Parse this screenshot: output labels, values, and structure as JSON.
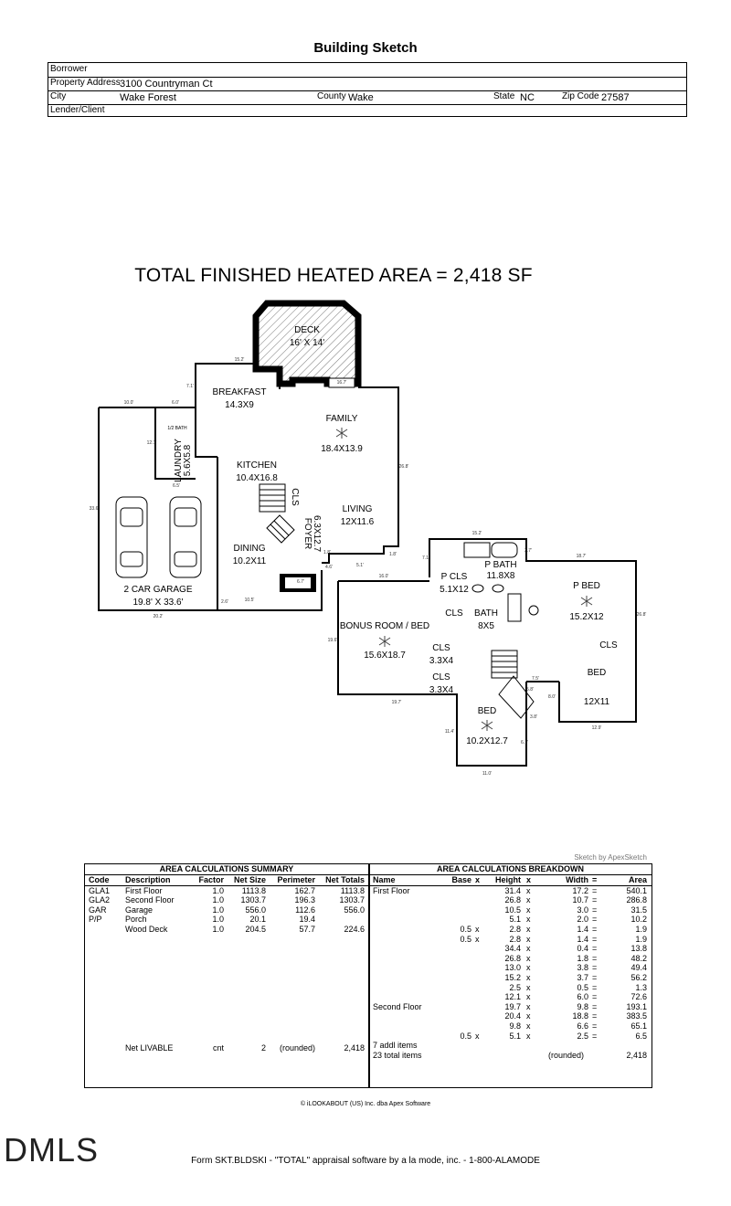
{
  "doc_title": "Building Sketch",
  "header": {
    "borrower_label": "Borrower",
    "address_label": "Property Address",
    "address": "3100 Countryman Ct",
    "city_label": "City",
    "city": "Wake Forest",
    "county_label": "County",
    "county": "Wake",
    "state_label": "State",
    "state": "NC",
    "zip_label": "Zip Code",
    "zip": "27587",
    "lender_label": "Lender/Client"
  },
  "heated_area": "TOTAL FINISHED HEATED AREA = 2,418 SF",
  "rooms": {
    "deck": "DECK",
    "deck_size": "16' X 14'",
    "breakfast": "BREAKFAST",
    "breakfast_size": "14.3X9",
    "family": "FAMILY",
    "family_size": "18.4X13.9",
    "kitchen": "KITCHEN",
    "kitchen_size": "10.4X16.8",
    "living": "LIVING",
    "living_size": "12X11.6",
    "dining": "DINING",
    "dining_size": "10.2X11",
    "garage": "2 CAR GARAGE",
    "garage_size": "19.8' X 33.6'",
    "laundry": "LAUNDRY",
    "laundry_size": "5.6X5.8",
    "half_bath": "1/2 BATH",
    "foyer": "FOYER",
    "foyer_size": "6.3X12.7",
    "cls": "CLS",
    "pcls": "P CLS",
    "pcls_size": "5.1X12",
    "pbath": "P BATH",
    "pbath_size": "11.8X8",
    "bath": "BATH",
    "bath_size": "8X5",
    "pbed": "P BED",
    "pbed_size": "15.2X12",
    "bonus": "BONUS ROOM / BED",
    "bonus_size": "15.6X18.7",
    "cls_size": "3.3X4",
    "bed": "BED",
    "bed_e_size": "12X11",
    "bed_s_size": "10.2X12.7"
  },
  "dims": {
    "d1": "15.2'",
    "d2": "16.7'",
    "d3": "10.0'",
    "d4": "6.0'",
    "d5": "7.1'",
    "d6": "12.1'",
    "d7": "6.5'",
    "d8": "33.6'",
    "d9": "20.2'",
    "d10": "2.6'",
    "d11": "10.5'",
    "d12": "6.7'",
    "d13": "4.6'",
    "d14": "1.8'",
    "d15": "5.1'",
    "d16": "1.8'",
    "d17": "26.8'",
    "d18": "7.1'",
    "d19": "15.2'",
    "d20": "3.7'",
    "d21": "18.7'",
    "d22": "16.0'",
    "d23": "19.6'",
    "d24": "19.7'",
    "d25": "26.8'",
    "d26": "7.5'",
    "d27": "8.0'",
    "d28": "5.8'",
    "d29": "3.8'",
    "d30": "12.9'",
    "d31": "11.4'",
    "d32": "6.1'",
    "d33": "11.0'"
  },
  "credit": "Sketch by ApexSketch",
  "summary": {
    "title": "AREA CALCULATIONS SUMMARY",
    "headers": [
      "Code",
      "Description",
      "Factor",
      "Net Size",
      "Perimeter",
      "Net Totals"
    ],
    "rows": [
      [
        "GLA1",
        "First Floor",
        "1.0",
        "1113.8",
        "162.7",
        "1113.8"
      ],
      [
        "GLA2",
        "Second Floor",
        "1.0",
        "1303.7",
        "196.3",
        "1303.7"
      ],
      [
        "GAR",
        "Garage",
        "1.0",
        "556.0",
        "112.6",
        "556.0"
      ],
      [
        "P/P",
        "Porch",
        "1.0",
        "20.1",
        "19.4",
        ""
      ],
      [
        "",
        "Wood Deck",
        "1.0",
        "204.5",
        "57.7",
        "224.6"
      ]
    ],
    "total": [
      "",
      "Net LIVABLE",
      "cnt",
      "2",
      "(rounded)",
      "2,418"
    ]
  },
  "breakdown": {
    "title": "AREA CALCULATIONS BREAKDOWN",
    "headers": [
      "Name",
      "Base",
      "x",
      "Height",
      "x",
      "Width",
      "=",
      "Area"
    ],
    "rows": [
      [
        "First Floor",
        "",
        "",
        "31.4",
        "x",
        "17.2",
        "=",
        "540.1"
      ],
      [
        "",
        "",
        "",
        "26.8",
        "x",
        "10.7",
        "=",
        "286.8"
      ],
      [
        "",
        "",
        "",
        "10.5",
        "x",
        "3.0",
        "=",
        "31.5"
      ],
      [
        "",
        "",
        "",
        "5.1",
        "x",
        "2.0",
        "=",
        "10.2"
      ],
      [
        "",
        "0.5",
        "x",
        "2.8",
        "x",
        "1.4",
        "=",
        "1.9"
      ],
      [
        "",
        "0.5",
        "x",
        "2.8",
        "x",
        "1.4",
        "=",
        "1.9"
      ],
      [
        "",
        "",
        "",
        "34.4",
        "x",
        "0.4",
        "=",
        "13.8"
      ],
      [
        "",
        "",
        "",
        "26.8",
        "x",
        "1.8",
        "=",
        "48.2"
      ],
      [
        "",
        "",
        "",
        "13.0",
        "x",
        "3.8",
        "=",
        "49.4"
      ],
      [
        "",
        "",
        "",
        "15.2",
        "x",
        "3.7",
        "=",
        "56.2"
      ],
      [
        "",
        "",
        "",
        "2.5",
        "x",
        "0.5",
        "=",
        "1.3"
      ],
      [
        "",
        "",
        "",
        "12.1",
        "x",
        "6.0",
        "=",
        "72.6"
      ],
      [
        "Second Floor",
        "",
        "",
        "19.7",
        "x",
        "9.8",
        "=",
        "193.1"
      ],
      [
        "",
        "",
        "",
        "20.4",
        "x",
        "18.8",
        "=",
        "383.5"
      ],
      [
        "",
        "",
        "",
        "9.8",
        "x",
        "6.6",
        "=",
        "65.1"
      ],
      [
        "",
        "0.5",
        "x",
        "5.1",
        "x",
        "2.5",
        "=",
        "6.5"
      ]
    ],
    "addl": "7 addl items",
    "total_items": "23 total items",
    "rounded": "(rounded)",
    "total": "2,418"
  },
  "footer_copyright": "© iLOOKABOUT (US) Inc. dba Apex Software",
  "watermark": "DMLS",
  "form_line": "Form SKT.BLDSKI - \"TOTAL\" appraisal software by a la mode, inc. - 1-800-ALAMODE"
}
